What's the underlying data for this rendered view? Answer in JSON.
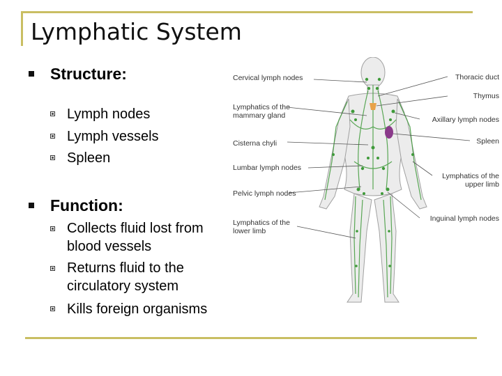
{
  "title": "Lymphatic System",
  "structure": {
    "heading": "Structure:",
    "items": [
      "Lymph nodes",
      "Lymph vessels",
      "Spleen"
    ]
  },
  "function": {
    "heading": "Function:",
    "items": [
      "Collects fluid lost from blood vessels",
      "Returns fluid to the circulatory system",
      "Kills foreign organisms"
    ]
  },
  "figure": {
    "labels_left": {
      "cervical": "Cervical lymph nodes",
      "mammary_1": "Lymphatics of the",
      "mammary_2": "mammary gland",
      "cisterna": "Cisterna chyli",
      "lumbar": "Lumbar lymph nodes",
      "pelvic": "Pelvic lymph nodes",
      "lower_1": "Lymphatics of the",
      "lower_2": "lower limb"
    },
    "labels_right": {
      "thoracic": "Thoracic duct",
      "thymus": "Thymus",
      "axillary": "Axillary lymph nodes",
      "spleen": "Spleen",
      "upper_1": "Lymphatics of the",
      "upper_2": "upper limb",
      "inguinal": "Inguinal lymph nodes"
    },
    "colors": {
      "lymph": "#3f9a3a",
      "spleen": "#8a3a8a",
      "body": "#e8e8e8",
      "outline": "#9a9a9a"
    }
  }
}
